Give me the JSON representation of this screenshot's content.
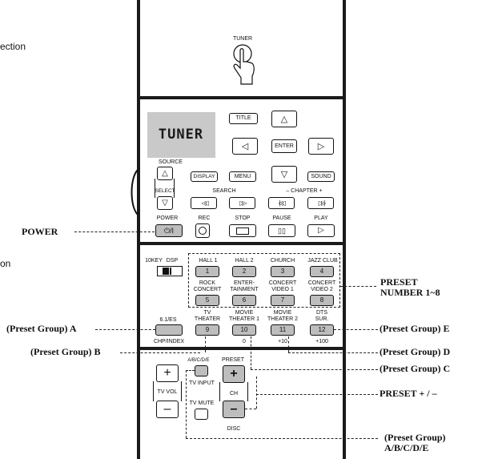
{
  "margin_text": {
    "top": "ection",
    "middle": "on"
  },
  "tuner_label": "TUNER",
  "display_text": "TUNER",
  "source": {
    "label": "SOURCE",
    "select": "SELECT"
  },
  "buttons": {
    "title": "TITLE",
    "enter": "ENTER",
    "display": "DISPLAY",
    "menu": "MENU",
    "sound": "SOUND",
    "search": "SEARCH",
    "chapter": "– CHAPTER +",
    "power": "POWER",
    "rec": "REC",
    "stop": "STOP",
    "pause": "PAUSE",
    "play": "PLAY",
    "power_symbol": "⏻/I"
  },
  "switch": {
    "left": "10KEY",
    "right": "DSP"
  },
  "dsp_top": [
    "HALL 1",
    "HALL 2",
    "CHURCH",
    "JAZZ CLUB"
  ],
  "row1_nums": [
    "1",
    "2",
    "3",
    "4"
  ],
  "dsp_mid": [
    "ROCK\nCONCERT",
    "ENTER-\nTAINMENT",
    "CONCERT\nVIDEO 1",
    "CONCERT\nVIDEO 2"
  ],
  "row2_nums": [
    "5",
    "6",
    "7",
    "8"
  ],
  "dsp_low": [
    "6.1/ES",
    "TV\nTHEATER",
    "MOVIE\nTHEATER 1",
    "MOVIE\nTHEATER 2",
    "DTS\nSUR."
  ],
  "row3_nums": [
    "9",
    "10",
    "11",
    "12"
  ],
  "bottom_labels": [
    "CHP/INDEX",
    "0",
    "+10",
    "+100"
  ],
  "lower": {
    "abcde": "A/B/C/D/E",
    "tv_input": "TV INPUT",
    "tv_mute": "TV MUTE",
    "preset": "PRESET",
    "ch": "CH",
    "tv_vol": "TV VOL",
    "disc": "DISC",
    "plus": "+",
    "minus": "–"
  },
  "callouts": {
    "power": "POWER",
    "preset_number": "PRESET\nNUMBER 1~8",
    "group_a": "(Preset Group) A",
    "group_b": "(Preset Group) B",
    "group_e": "(Preset Group) E",
    "group_d": "(Preset Group) D",
    "group_c": "(Preset Group) C",
    "preset_pm": "PRESET + / –",
    "group_abcde": "(Preset Group)\nA/B/C/D/E"
  }
}
